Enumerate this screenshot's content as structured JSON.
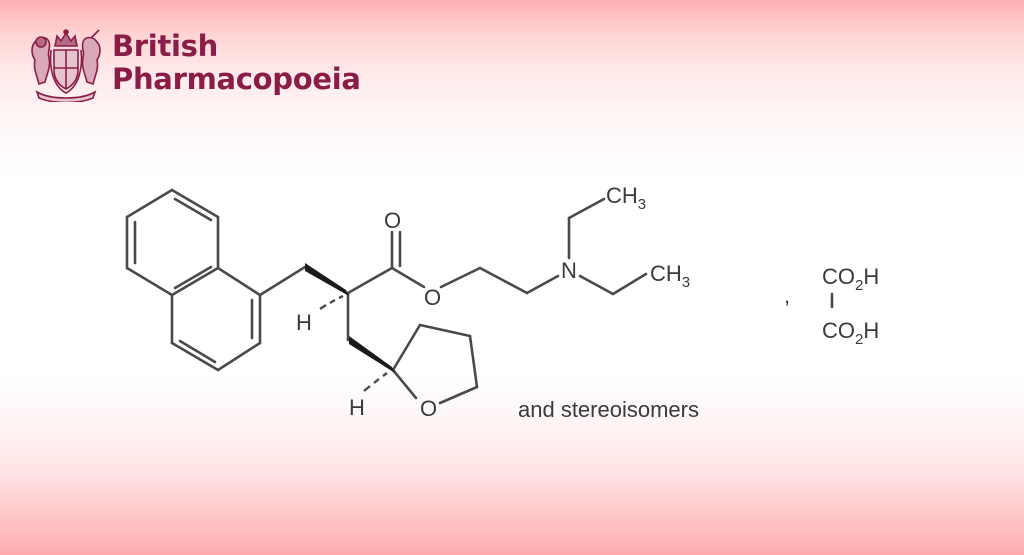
{
  "header": {
    "logo_icon": "royal-coat-of-arms-icon",
    "brand_line1": "British",
    "brand_line2": "Pharmacopoeia",
    "brand_color": "#8a1d47"
  },
  "structure": {
    "type": "chemical-structure",
    "atoms": {
      "carbonyl_oxygen": "O",
      "ester_oxygen": "O",
      "nitrogen": "N",
      "methyl_top": "CH",
      "methyl_top_sub": "3",
      "methyl_right": "CH",
      "methyl_right_sub": "3",
      "stereo_h_upper": "H",
      "stereo_h_lower": "H",
      "ring_oxygen": "O"
    },
    "caption": "and stereoisomers",
    "separator": ",",
    "counterion": {
      "top_group": "CO",
      "top_sub": "2",
      "top_tail": "H",
      "bottom_group": "CO",
      "bottom_sub": "2",
      "bottom_tail": "H"
    },
    "line_color": "#4a4a4a"
  },
  "background": {
    "top_color": "#ffafb1",
    "middle_color": "#ffffff",
    "bottom_color": "#ffabad"
  }
}
